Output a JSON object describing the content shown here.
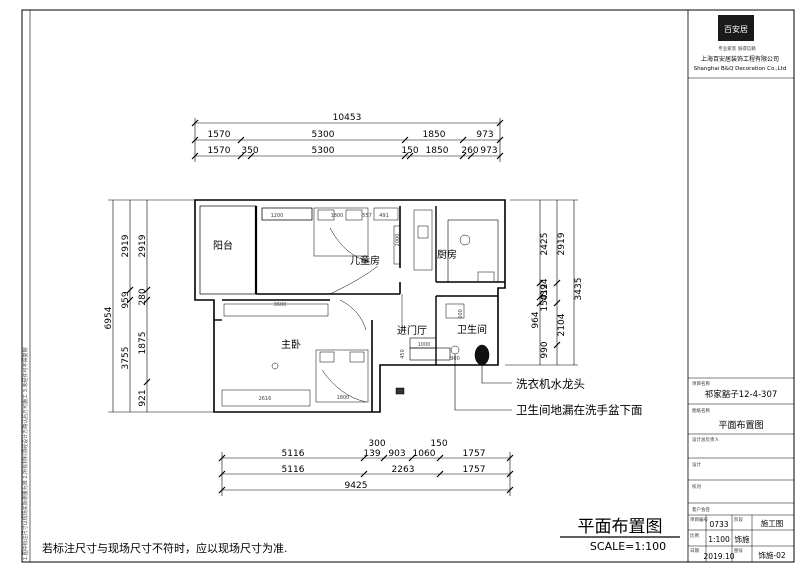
{
  "title_block": {
    "logo_text": "百安居",
    "slogan": "专业家装 值得信赖",
    "company_cn": "上海百安居装饰工程有限公司",
    "company_en": "Shanghai B&Q Decoration Co.,Ltd",
    "project_label": "项目名称",
    "project_name": "祁家豁子12-4-307",
    "drawing_label": "图纸名称",
    "drawing_name": "平面布置图",
    "designer_label": "设计总负责人",
    "design_label": "设计",
    "check_label": "校对",
    "client_label": "客户会签",
    "code_label": "项目编号",
    "code_value": "0733",
    "stage_label": "阶段",
    "stage_value": "施工图",
    "scale_label": "比例",
    "scale_value": "1:100",
    "type_value": "饰施",
    "date_label": "日期",
    "date_value": "2019.10",
    "sheet_label": "图号",
    "sheet_value": "饰施-02"
  },
  "plan": {
    "title": "平面布置图",
    "scale": "SCALE=1:100",
    "note": "若标注尺寸与现场尺寸不符时，应以现场尺寸为准."
  },
  "rooms": {
    "balcony": "阳台",
    "kids_room": "儿童房",
    "kitchen": "厨房",
    "master_bedroom": "主卧",
    "entry": "进门厅",
    "bathroom": "卫生间"
  },
  "annotations": {
    "washer_tap": "洗衣机水龙头",
    "floor_drain": "卫生间地漏在洗手盆下面"
  },
  "dims_top": {
    "total": "10453",
    "row1": [
      "1570",
      "5300",
      "1850",
      "973"
    ],
    "row2": [
      "1570",
      "350",
      "5300",
      "150",
      "1850",
      "260",
      "973"
    ]
  },
  "dims_bottom": {
    "row1": [
      "300",
      "150"
    ],
    "row2": [
      "5116",
      "139",
      "903",
      "1060",
      "1757"
    ],
    "row3": [
      "5116",
      "2263",
      "1757"
    ],
    "total": "9425"
  },
  "dims_left": {
    "total": "6954",
    "outer": [
      "2919",
      "959",
      "3755"
    ],
    "inner": [
      "2919",
      "280",
      "1875",
      "921"
    ]
  },
  "dims_right": {
    "a": [
      "2425",
      "412",
      "150",
      "964"
    ],
    "b": [
      "2919",
      "394",
      "2104",
      "990"
    ],
    "c": [
      "3435"
    ]
  },
  "furniture_dims": {
    "d1200": "1200",
    "d1800a": "1800",
    "d557": "557",
    "d491": "491",
    "d3600": "3600",
    "d1000": "1000",
    "d2616": "2616",
    "d1800b": "1800",
    "d2000": "2000",
    "d600": "600",
    "d450": "450",
    "d900": "900"
  },
  "vertical_note": "1.图中标注尺寸以现场实际测量为准 2.所有材料须经设计方确认后方可施工 3.未经许可不得复制"
}
